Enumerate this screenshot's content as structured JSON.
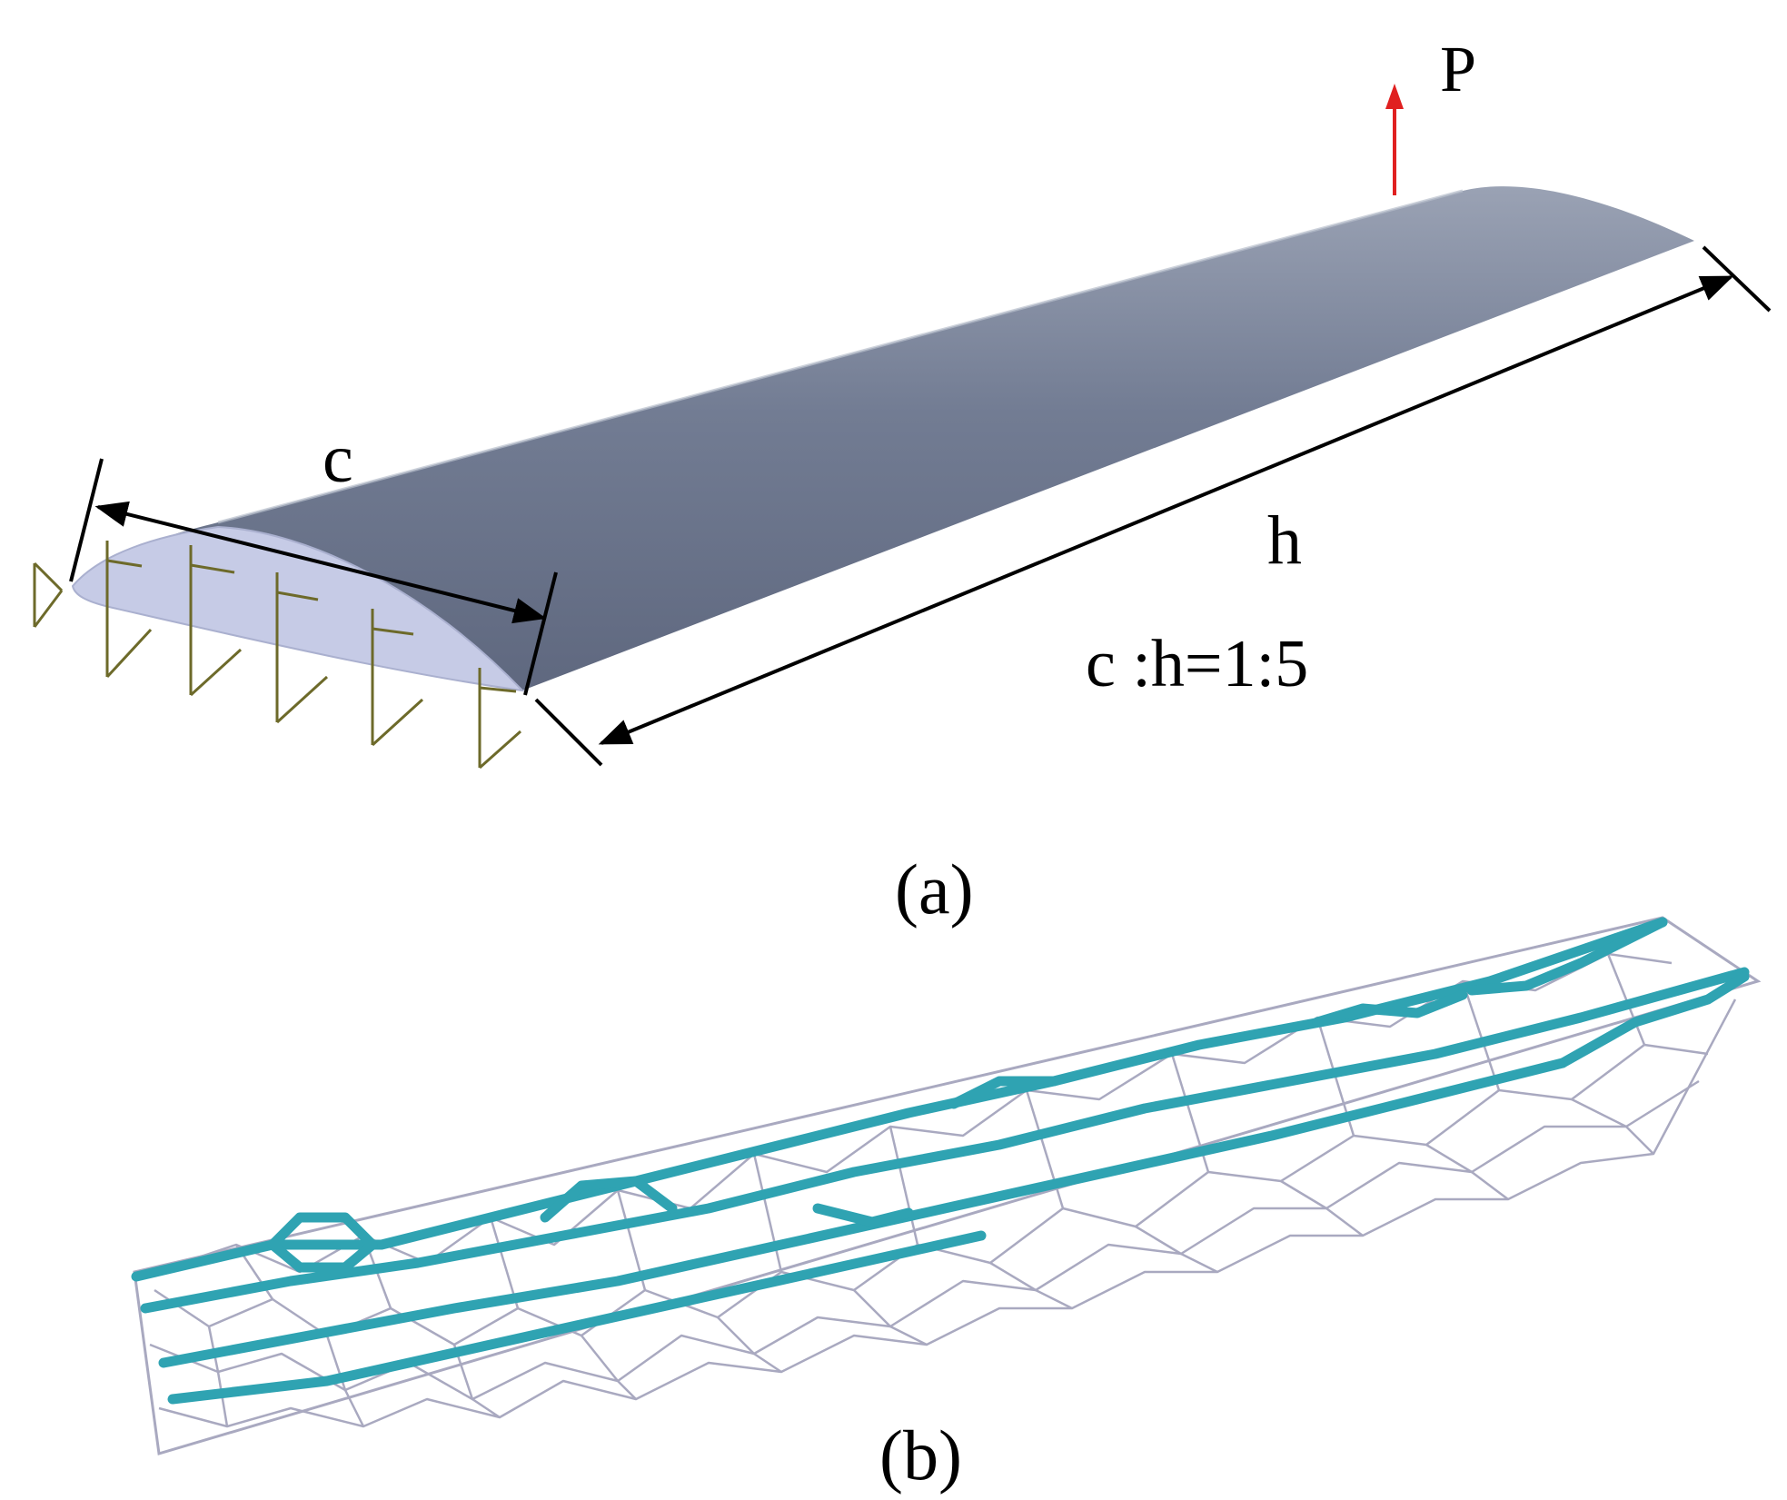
{
  "panel_a": {
    "load_label": "P",
    "chord_label": "c",
    "span_label": "h",
    "ratio_label": "c :h=1:5",
    "caption": "(a)"
  },
  "panel_b": {
    "caption": "(b)"
  },
  "colors": {
    "wing_surface": "#6f7991",
    "wing_root_face": "#c6cbe6",
    "load_arrow": "#e02020",
    "support_symbol": "#6d6a2a",
    "thick_member": "#2fa3b2",
    "thin_member": "#a9a9c0"
  }
}
